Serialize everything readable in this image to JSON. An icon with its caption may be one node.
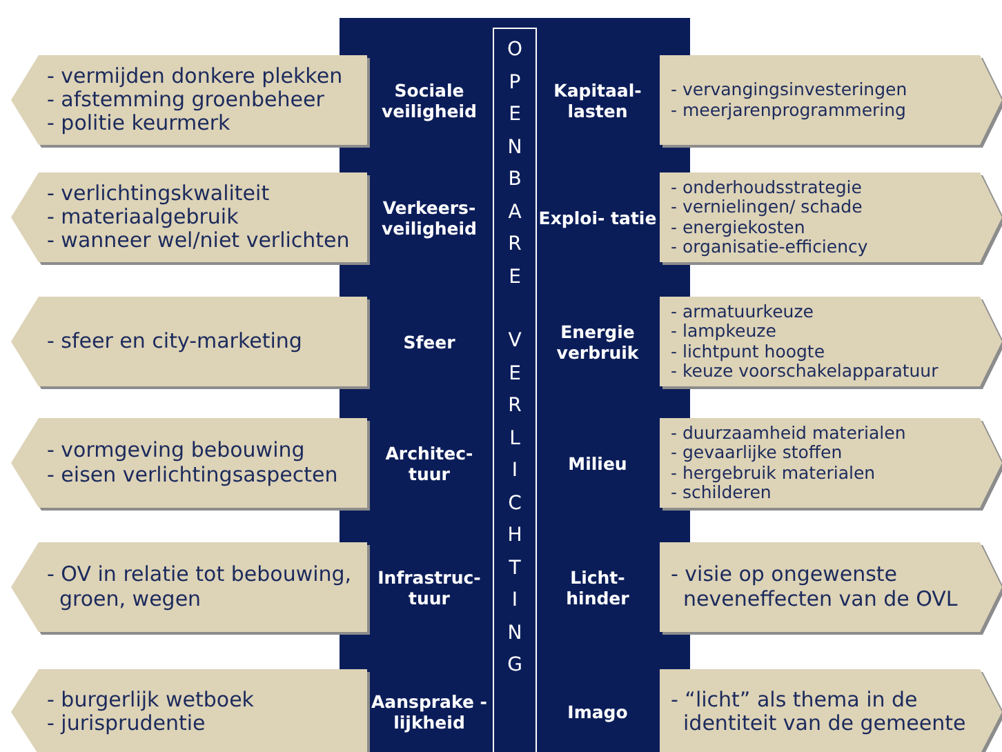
{
  "diagram": {
    "nodes": [
      {
        "text": [
          "OPENBARE VERLICHTING"
        ]
      },
      {
        "text": [
          "- vermijden donkere plekken",
          "- afstemming groenbeheer",
          "- politie keurmerk"
        ],
        "beside": [
          "Sociale veiligheid"
        ]
      },
      {
        "text": [
          "- verlichtingskwaliteit",
          "- materiaalgebruik",
          "- wanneer wel/niet verlichten"
        ],
        "beside": [
          "Verkeers- veiligheid"
        ]
      },
      {
        "text": [
          "- sfeer en city-marketing"
        ],
        "beside": [
          "Sfeer"
        ]
      },
      {
        "text": [
          "- vormgeving bebouwing",
          "- eisen verlichtingsaspecten"
        ],
        "beside": [
          "Architec- tuur"
        ]
      },
      {
        "text": [
          "- OV in relatie tot bebouwing, groen, wegen"
        ],
        "beside": [
          "Infrastruc- tuur"
        ]
      },
      {
        "text": [
          "- burgerlijk wetboek",
          "- jurisprudentie"
        ],
        "beside": [
          "Aansprake -lijkheid"
        ]
      },
      {
        "text": [
          "- vervangingsinvesteringen",
          "- meerjarenprogrammering"
        ],
        "beside": [
          "Kapitaal- lasten"
        ]
      },
      {
        "text": [
          "- onderhoudsstrategie",
          "- vernielingen/ schade",
          "- energiekosten",
          "- organisatie-efficiency"
        ],
        "beside": [
          "Exploi- tatie"
        ]
      },
      {
        "text": [
          "- armatuurkeuze",
          "- lampkeuze",
          "- lichtpunt hoogte",
          "- keuze voorschakelapparatuur"
        ],
        "beside": [
          "Energie verbruik"
        ]
      },
      {
        "text": [
          "- duurzaamheid materialen",
          "- gevaarlijke stoffen",
          "- hergebruik materialen",
          "- schilderen"
        ],
        "beside": [
          "Milieu"
        ]
      },
      {
        "text": [
          "- visie op ongewenste neveneffecten van de OVL"
        ],
        "beside": [
          "Licht- hinder"
        ]
      },
      {
        "text": [
          "- “licht” als thema in de identiteit van de gemeente"
        ],
        "beside": [
          "Imago"
        ]
      }
    ]
  }
}
